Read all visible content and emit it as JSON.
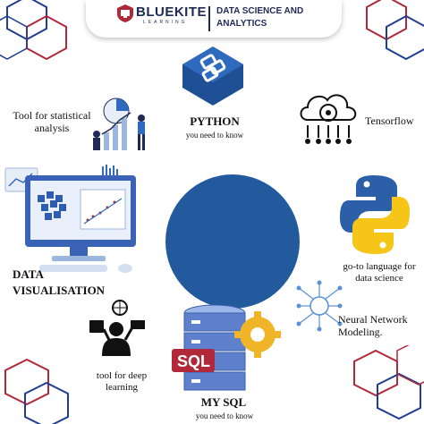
{
  "brand": {
    "name": "BLUEKITE",
    "sub": "LEARNING",
    "title": "DATA SCIENCE AND ANALYTICS"
  },
  "tools": {
    "python": {
      "title": "PYTHON",
      "caption": "you need to know"
    },
    "statistical": {
      "label": "Tool for statistical analysis"
    },
    "tensorflow": {
      "label": "Tensorflow"
    },
    "data_vis": {
      "label": "DATA VISUALISATION"
    },
    "python_lang": {
      "label": "go-to language for data science"
    },
    "neural": {
      "label": "Neural Network Modeling."
    },
    "deep": {
      "label": "tool for deep learning"
    },
    "mysql": {
      "title": "MY SQL",
      "caption": "you need to know",
      "badge": "SQL"
    }
  },
  "colors": {
    "accent": "#225a9d",
    "navy": "#1f2a55",
    "hex_red": "#b0283a",
    "hex_blue": "#1f3e8f"
  }
}
